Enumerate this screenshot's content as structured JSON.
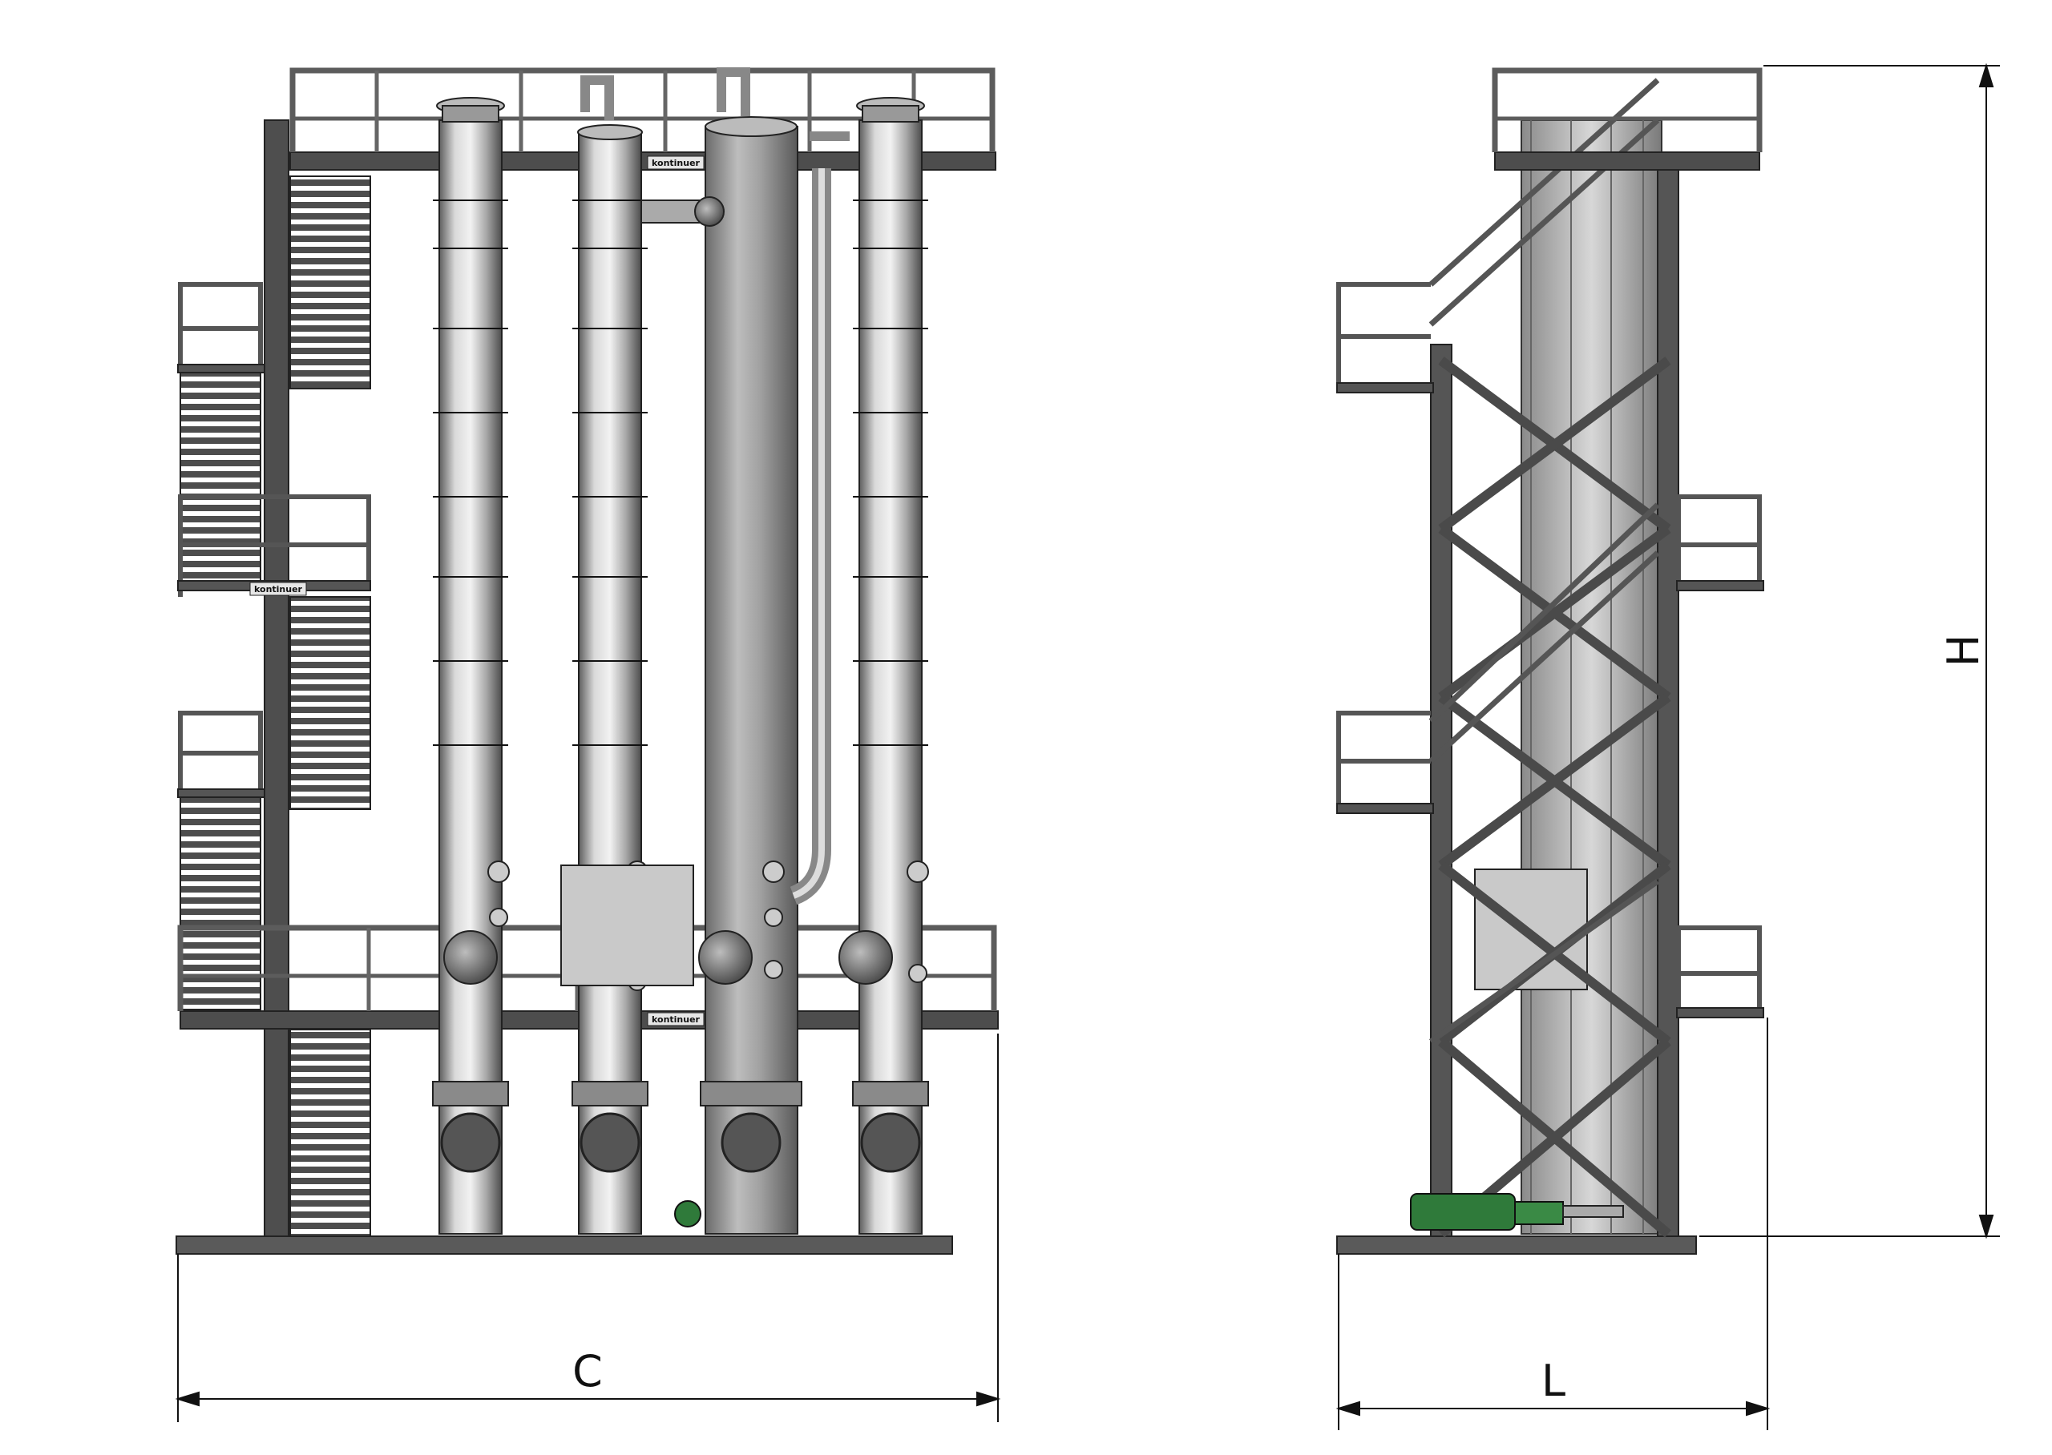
{
  "dimensions": {
    "width_label": "C",
    "depth_label": "L",
    "height_label": "H"
  },
  "branding": {
    "logo_text": "kontinuer"
  },
  "colors": {
    "steel_dark": "#4a4a4a",
    "steel_mid": "#8c8c8c",
    "steel_light": "#d6d6d6",
    "pump_green": "#2f7a3a",
    "line": "#1a1a1a"
  }
}
